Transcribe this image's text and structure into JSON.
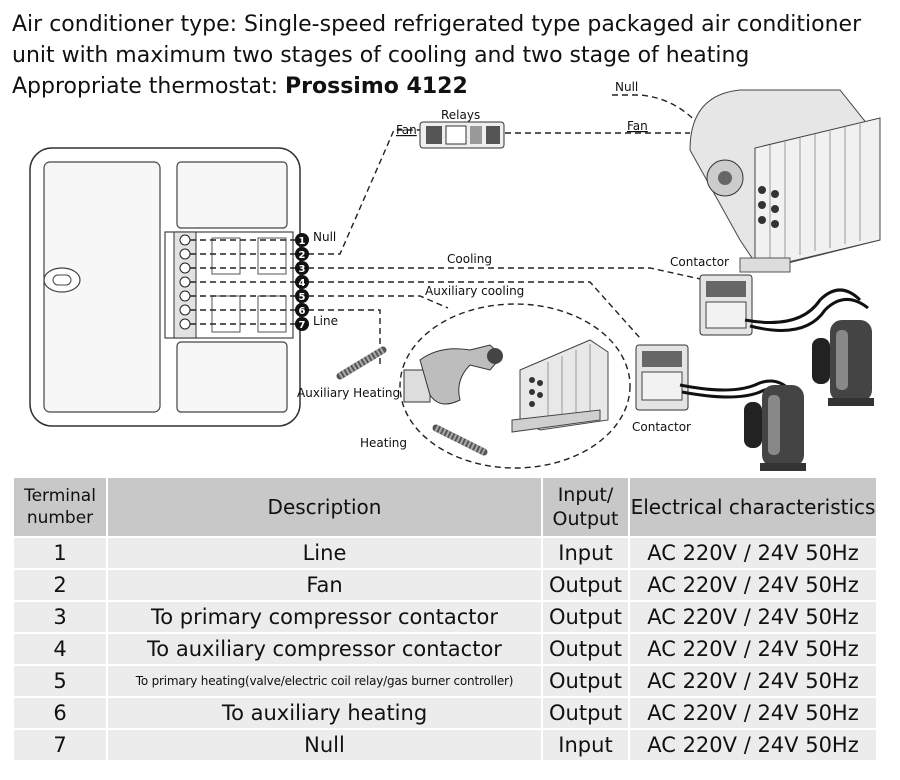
{
  "header": {
    "line1": "Air conditioner type: Single-speed refrigerated type packaged air conditioner",
    "line2": "unit with maximum two stages of cooling and two stage of heating",
    "thermostat_label": "Appropriate thermostat: ",
    "thermostat_model": "Prossimo 4122"
  },
  "diagram": {
    "labels": {
      "relays": "Relays",
      "fan_left": "Fan",
      "fan_right": "Fan",
      "null_top": "Null",
      "null_terminal": "Null",
      "line_terminal": "Line",
      "cooling": "Cooling",
      "aux_cooling": "Auxiliary cooling",
      "contactor_top": "Contactor",
      "contactor_bottom": "Contactor",
      "aux_heating": "Auxiliary Heating",
      "heating": "Heating"
    },
    "terminal_numbers": [
      "1",
      "2",
      "3",
      "4",
      "5",
      "6",
      "7"
    ]
  },
  "table": {
    "headers": [
      "Terminal number",
      "Description",
      "Input/ Output",
      "Electrical characteristics"
    ],
    "rows": [
      {
        "num": "1",
        "desc": "Line",
        "io": "Input",
        "elec": "AC 220V / 24V 50Hz"
      },
      {
        "num": "2",
        "desc": "Fan",
        "io": "Output",
        "elec": "AC 220V / 24V 50Hz"
      },
      {
        "num": "3",
        "desc": "To primary compressor contactor",
        "io": "Output",
        "elec": "AC 220V / 24V 50Hz"
      },
      {
        "num": "4",
        "desc": "To auxiliary compressor contactor",
        "io": "Output",
        "elec": "AC 220V / 24V 50Hz"
      },
      {
        "num": "5",
        "desc": "To primary heating(valve/electric coil relay/gas burner controller)",
        "io": "Output",
        "elec": "AC 220V / 24V 50Hz"
      },
      {
        "num": "6",
        "desc": "To auxiliary heating",
        "io": "Output",
        "elec": "AC 220V / 24V 50Hz"
      },
      {
        "num": "7",
        "desc": "Null",
        "io": "Input",
        "elec": "AC 220V / 24V 50Hz"
      }
    ]
  }
}
